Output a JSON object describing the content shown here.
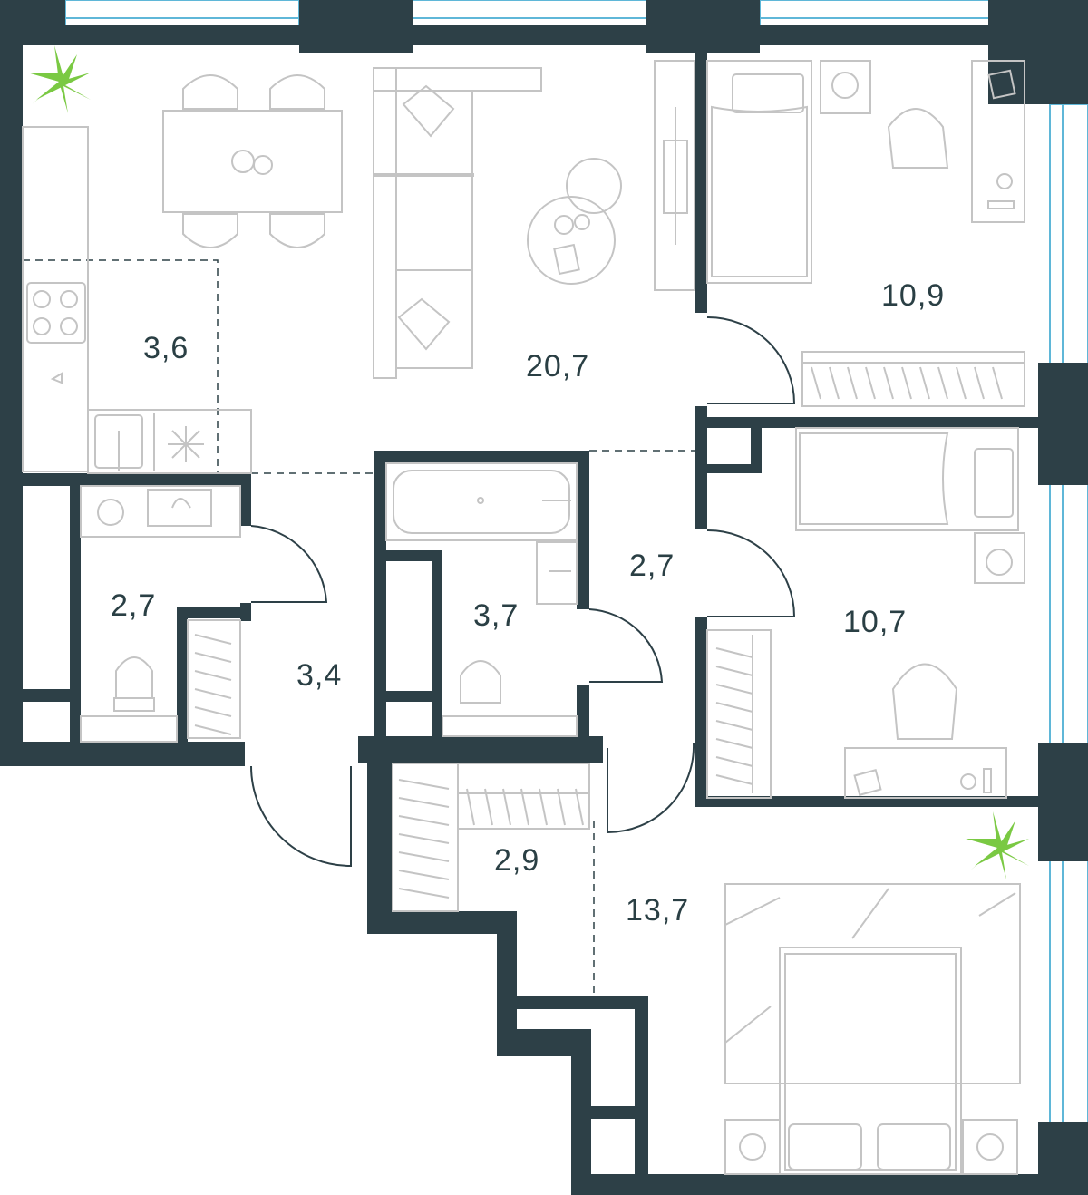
{
  "rooms": {
    "kitchen": {
      "area": "3,6"
    },
    "living": {
      "area": "20,7"
    },
    "bedroom_ne": {
      "area": "10,9"
    },
    "bedroom_e": {
      "area": "10,7"
    },
    "bedroom_se": {
      "area": "13,7"
    },
    "wc": {
      "area": "2,7"
    },
    "hall": {
      "area": "3,4"
    },
    "bathroom": {
      "area": "3,7"
    },
    "corridor": {
      "area": "2,7"
    },
    "closet": {
      "area": "2,9"
    }
  },
  "colors": {
    "wall": "#2d4047",
    "furniture_stroke": "#c4c4c4",
    "window": "#5fb7d8",
    "plant": "#7ac943",
    "label": "#2a3f44"
  }
}
